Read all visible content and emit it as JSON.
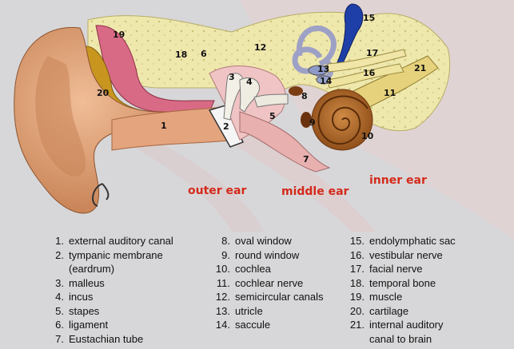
{
  "regions": {
    "outer_ear": "outer ear",
    "middle_ear": "middle ear",
    "inner_ear": "inner ear"
  },
  "callouts": [
    "1",
    "2",
    "3",
    "4",
    "5",
    "6",
    "7",
    "8",
    "9",
    "10",
    "11",
    "12",
    "13",
    "14",
    "15",
    "16",
    "17",
    "18",
    "19",
    "20",
    "21"
  ],
  "legend": [
    [
      {
        "n": "1.",
        "t": "external auditory canal"
      },
      {
        "n": "2.",
        "t": "tympanic membrane\n(eardrum)"
      },
      {
        "n": "3.",
        "t": "malleus"
      },
      {
        "n": "4.",
        "t": "incus"
      },
      {
        "n": "5.",
        "t": "stapes"
      },
      {
        "n": "6.",
        "t": "ligament"
      },
      {
        "n": "7.",
        "t": "Eustachian tube"
      }
    ],
    [
      {
        "n": "8.",
        "t": "oval window"
      },
      {
        "n": "9.",
        "t": "round window"
      },
      {
        "n": "10.",
        "t": "cochlea"
      },
      {
        "n": "11.",
        "t": "cochlear nerve"
      },
      {
        "n": "12.",
        "t": "semicircular canals"
      },
      {
        "n": "13.",
        "t": "utricle"
      },
      {
        "n": "14.",
        "t": "saccule"
      }
    ],
    [
      {
        "n": "15.",
        "t": "endolymphatic sac"
      },
      {
        "n": "16.",
        "t": "vestibular nerve"
      },
      {
        "n": "17.",
        "t": "facial nerve"
      },
      {
        "n": "18.",
        "t": "temporal bone"
      },
      {
        "n": "19.",
        "t": "muscle"
      },
      {
        "n": "20.",
        "t": "cartilage"
      },
      {
        "n": "21.",
        "t": "internal auditory\ncanal to brain"
      }
    ]
  ],
  "colors": {
    "background": "#d7d7d9",
    "skin": "#dea07a",
    "skin_dark": "#b5713f",
    "bone": "#efe7a9",
    "cartilage": "#c8961f",
    "muscle": "#d96a86",
    "middle_ear_cavity": "#efc5c4",
    "cochlea": "#b56d2a",
    "semicircular": "#b4b6d2",
    "endolymphatic": "#1f3fa8",
    "nerve": "#e6d27c",
    "region_label": "#d42a1a"
  }
}
